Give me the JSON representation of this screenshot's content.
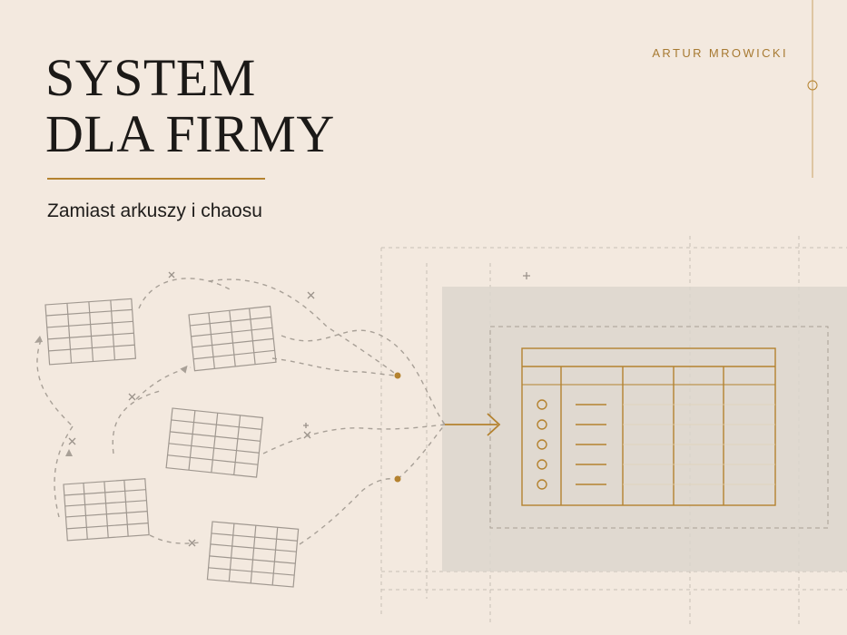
{
  "title_line1": "SYSTEM",
  "title_line2": "DLA FIRMY",
  "subtitle": "Zamiast arkuszy i chaosu",
  "author": "ARTUR MROWICKI",
  "colors": {
    "background": "#f3e9df",
    "accent_gold": "#b4822f",
    "text": "#1b1917",
    "sketch_gray": "#a09890",
    "panel_gray": "#dcd6ce"
  },
  "icons": [
    "scattered-spreadsheet-icon",
    "organized-table-icon",
    "arrow-right-icon",
    "cross-mark-icon"
  ]
}
